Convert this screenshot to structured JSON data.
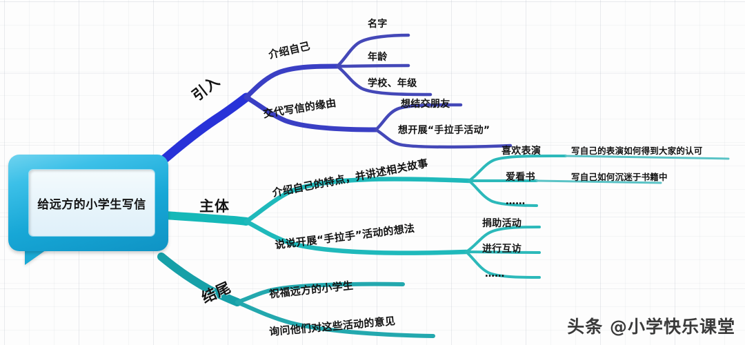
{
  "document": {
    "type": "mind-map",
    "title": "给远方的小学生写信"
  },
  "center": {
    "label": "给远方的小学生写信"
  },
  "branches": [
    {
      "id": "intro",
      "label": "引入",
      "color": "#2832d8",
      "children": [
        {
          "label": "介绍自己",
          "children": [
            {
              "label": "名字"
            },
            {
              "label": "年龄"
            },
            {
              "label": "学校、年级"
            }
          ]
        },
        {
          "label": "交代写信的缘由",
          "children": [
            {
              "label": "想结交朋友"
            },
            {
              "label": "想开展“手拉手活动”"
            }
          ]
        }
      ]
    },
    {
      "id": "body",
      "label": "主体",
      "color": "#15b8b8",
      "children": [
        {
          "label": "介绍自己的特点，并讲述相关故事",
          "children": [
            {
              "label": "喜欢表演",
              "detail": "写自己的表演如何得到大家的认可"
            },
            {
              "label": "爱看书",
              "detail": "写自己如何沉迷于书籍中"
            },
            {
              "label": "……",
              "detail": ""
            }
          ]
        },
        {
          "label": "说说开展“手拉手”活动的想法",
          "children": [
            {
              "label": "捐助活动"
            },
            {
              "label": "进行互访"
            },
            {
              "label": "……"
            }
          ]
        }
      ]
    },
    {
      "id": "ending",
      "label": "结尾",
      "color": "#16a0a8",
      "children": [
        {
          "label": "祝福远方的小学生"
        },
        {
          "label": "询问他们对这些活动的意见"
        }
      ]
    }
  ],
  "watermark": {
    "label": "头条 @小学快乐课堂"
  },
  "colors": {
    "blue": "#2832d8",
    "teal": "#15b8b8",
    "teal_dark": "#16a0a8",
    "node_fill": "#17a7d6",
    "text": "#131313"
  }
}
